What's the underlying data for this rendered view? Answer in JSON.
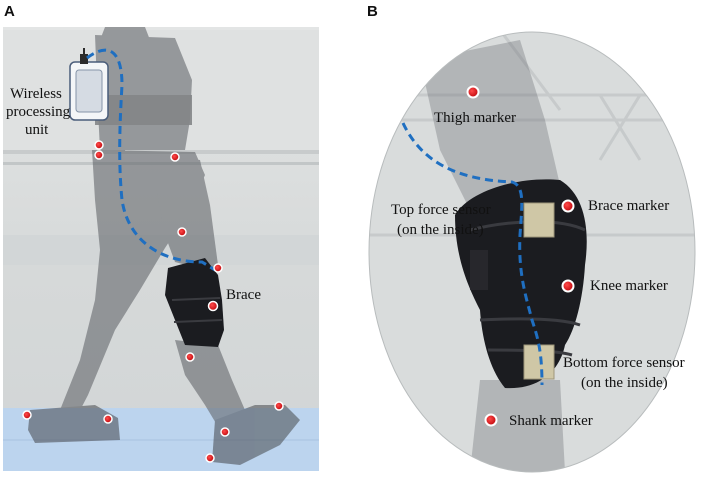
{
  "panel_a": {
    "letter": "A",
    "labels": {
      "wireless_line1": "Wireless",
      "wireless_line2": "processing",
      "wireless_line3": "unit",
      "brace": "Brace"
    }
  },
  "panel_b": {
    "letter": "B",
    "labels": {
      "thigh_marker": "Thigh marker",
      "top_sensor_line1": "Top force sensor",
      "top_sensor_line2": "(on the inside)",
      "brace_marker": "Brace marker",
      "knee_marker": "Knee marker",
      "bottom_sensor_line1": "Bottom force sensor",
      "bottom_sensor_line2": "(on the inside)",
      "shank_marker": "Shank marker"
    }
  },
  "colors": {
    "marker_red": "#d4161b",
    "cable_blue": "#1f6fc1",
    "sensor_pad": "#cfc7a6",
    "photo_bg": "#d9dcdc",
    "subject_dark": "#5a5d62",
    "brace_black": "#1b1c20",
    "floor_blue": "#bcd4ee"
  },
  "icons": [
    "processing-unit-icon",
    "marker-dot-icon",
    "force-sensor-icon"
  ]
}
